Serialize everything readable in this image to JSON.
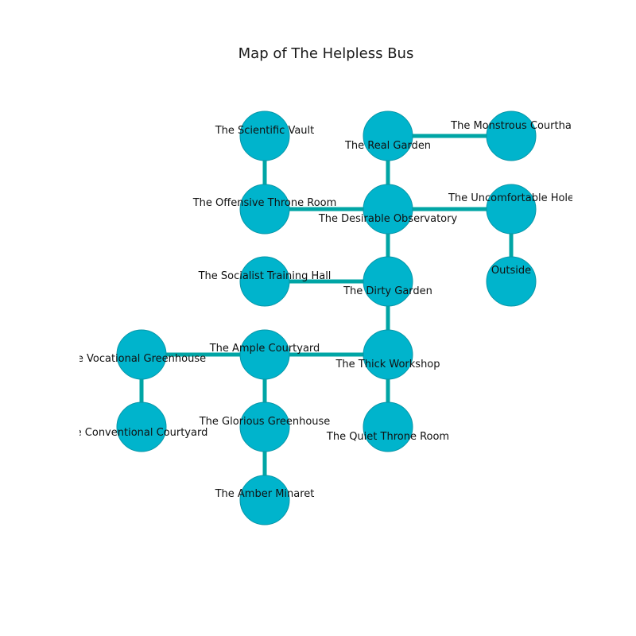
{
  "title": "Map of The Helpless Bus",
  "colors": {
    "node_fill": "#00b4cc",
    "node_stroke": "#0796a8",
    "edge": "#00a5a5",
    "background": "#ffffff"
  },
  "nodes": [
    {
      "id": "scientific_vault",
      "label": "The Scientific Vault"
    },
    {
      "id": "real_garden",
      "label": "The Real Garden"
    },
    {
      "id": "monstrous_courthouse",
      "label": "The Monstrous Courtha"
    },
    {
      "id": "offensive_throne_room",
      "label": "The Offensive Throne Room"
    },
    {
      "id": "desirable_observatory",
      "label": "The Desirable Observatory"
    },
    {
      "id": "uncomfortable_hole",
      "label": "The Uncomfortable Hole"
    },
    {
      "id": "socialist_training_hall",
      "label": "The Socialist Training Hall"
    },
    {
      "id": "dirty_garden",
      "label": "The Dirty Garden"
    },
    {
      "id": "outside",
      "label": "Outside"
    },
    {
      "id": "vocational_greenhouse",
      "label": "e Vocational Greenhouse"
    },
    {
      "id": "ample_courtyard",
      "label": "The Ample Courtyard"
    },
    {
      "id": "thick_workshop",
      "label": "The Thick Workshop"
    },
    {
      "id": "conventional_courtyard",
      "label": "e Conventional Courtyard"
    },
    {
      "id": "glorious_greenhouse",
      "label": "The Glorious Greenhouse"
    },
    {
      "id": "quiet_throne_room",
      "label": "The Quiet Throne Room"
    },
    {
      "id": "amber_minaret",
      "label": "The Amber Minaret"
    }
  ],
  "edges": [
    [
      "scientific_vault",
      "offensive_throne_room"
    ],
    [
      "offensive_throne_room",
      "desirable_observatory"
    ],
    [
      "real_garden",
      "monstrous_courthouse"
    ],
    [
      "real_garden",
      "desirable_observatory"
    ],
    [
      "desirable_observatory",
      "uncomfortable_hole"
    ],
    [
      "uncomfortable_hole",
      "outside"
    ],
    [
      "desirable_observatory",
      "dirty_garden"
    ],
    [
      "socialist_training_hall",
      "dirty_garden"
    ],
    [
      "dirty_garden",
      "thick_workshop"
    ],
    [
      "ample_courtyard",
      "thick_workshop"
    ],
    [
      "vocational_greenhouse",
      "ample_courtyard"
    ],
    [
      "vocational_greenhouse",
      "conventional_courtyard"
    ],
    [
      "ample_courtyard",
      "glorious_greenhouse"
    ],
    [
      "glorious_greenhouse",
      "amber_minaret"
    ],
    [
      "thick_workshop",
      "quiet_throne_room"
    ]
  ]
}
